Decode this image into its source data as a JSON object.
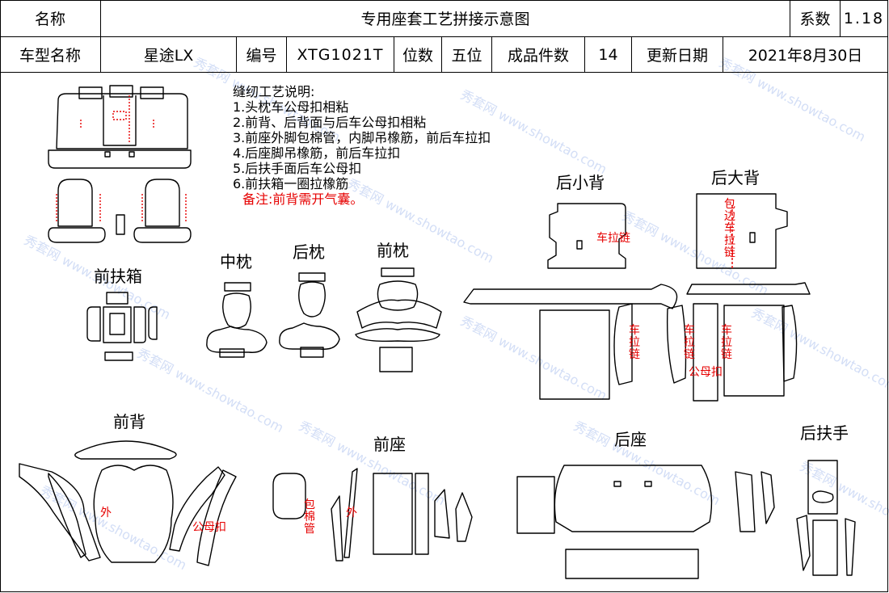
{
  "header": {
    "name_label": "名称",
    "title": "专用座套工艺拼接示意图",
    "coef_label": "系数",
    "coef_value": "1.18",
    "model_label": "车型名称",
    "model_value": "星途LX",
    "code_label": "编号",
    "code_value": "XTG1021T",
    "seats_label": "位数",
    "seats_value": "五位",
    "pieces_label": "成品件数",
    "pieces_value": "14",
    "date_label": "更新日期",
    "date_value": "2021年8月30日"
  },
  "notes": {
    "title": "缝纫工艺说明:",
    "items": [
      "1.头枕车公母扣相粘",
      "2.前背、后背面与后车公母扣相粘",
      "3.前座外脚包棉管，内脚吊橡筋，前后车拉扣",
      "4.后座脚吊橡筋，前后车拉扣",
      "5.后扶手面后车公母扣",
      "6.前扶箱一圈拉橡筋"
    ],
    "remark": "备注:前背需开气囊。"
  },
  "parts": {
    "front_armrest_box": "前扶箱",
    "middle_headrest": "中枕",
    "rear_headrest": "后枕",
    "front_headrest": "前枕",
    "rear_small_back": "后小背",
    "rear_large_back": "后大背",
    "front_back": "前背",
    "front_seat": "前座",
    "rear_seat": "后座",
    "rear_armrest": "后扶手"
  },
  "annotations": {
    "zipper": "车拉链",
    "zipper_v1": "车\n拉\n链",
    "zipper_v2": "车\n拉\n链",
    "zipper_v3": "车\n拉\n链",
    "wrap_zipper": "包\n边\n车\n拉\n链",
    "snap": "公母扣",
    "snap_2": "公母扣",
    "outer": "外",
    "outer_2": "外",
    "cotton_tube": "包\n棉\n管"
  },
  "watermark": "秀套网 www.showtao.com",
  "colors": {
    "annotation": "#e60000",
    "line": "#000000"
  }
}
